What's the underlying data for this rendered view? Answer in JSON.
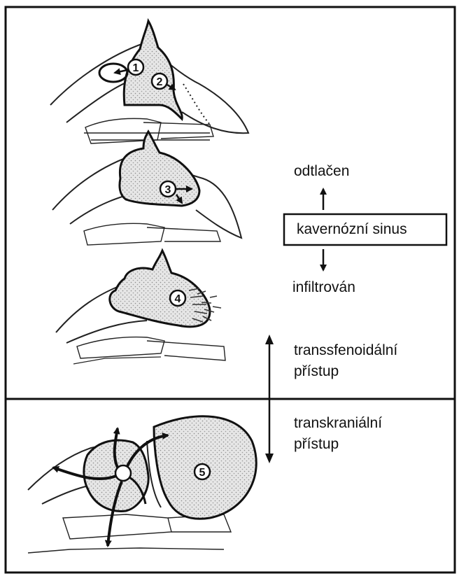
{
  "labels": {
    "displaced": "odtlačen",
    "sinus": "kavernózní sinus",
    "infiltrated": "infiltrován",
    "transsphenoidal_line1": "transsfenoidální",
    "transsphenoidal_line2": "přístup",
    "transcranial_line1": "transkraniální",
    "transcranial_line2": "přístup"
  },
  "markers": [
    "1",
    "2",
    "3",
    "4",
    "5"
  ],
  "colors": {
    "ink": "#111111",
    "fill": "#d9d9d9",
    "background": "#ffffff"
  }
}
